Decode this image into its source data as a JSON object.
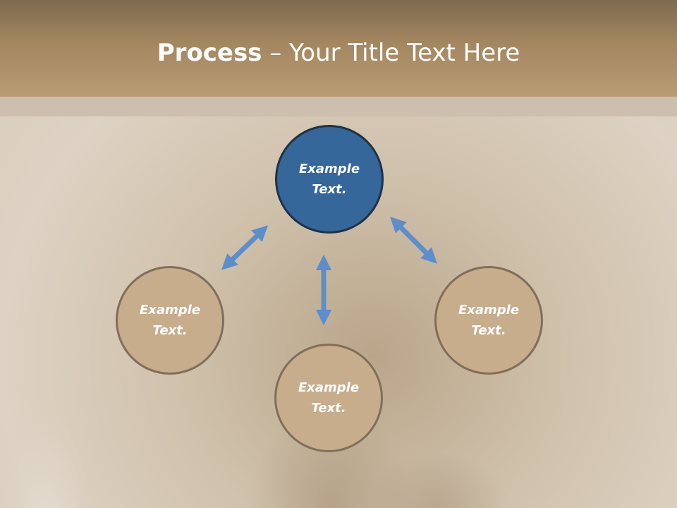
{
  "title": {
    "bold": "Process",
    "rest": " – Your Title Text Here"
  },
  "nodes": {
    "top": "Example\nText.",
    "left": "Example\nText.",
    "center": "Example\nText.",
    "right": "Example\nText."
  },
  "colors": {
    "header": "#b79c74",
    "tan_fill": "#c7ad8c",
    "tan_border": "#7f6e59",
    "blue_fill": "#35679a",
    "blue_border": "#1f3146",
    "arrow": "#5b8ecb"
  }
}
